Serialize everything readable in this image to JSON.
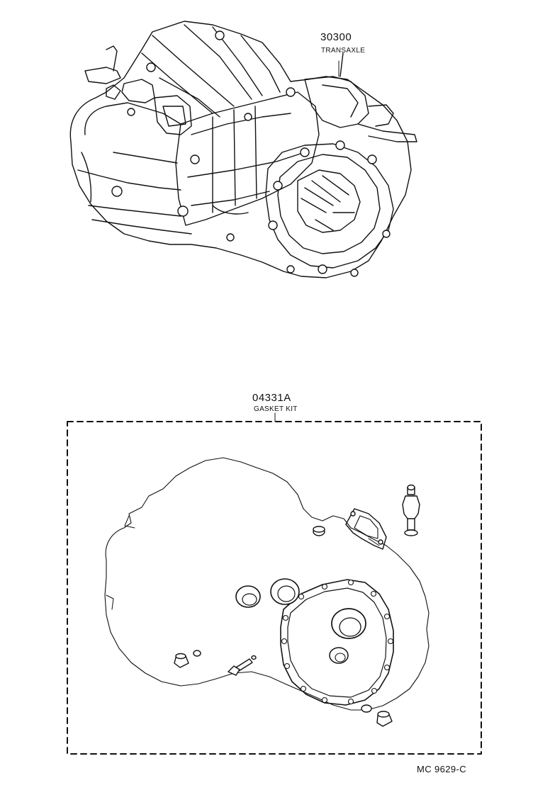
{
  "transaxle": {
    "part_number": "30300",
    "part_name": "TRANSAXLE"
  },
  "gasket_kit": {
    "part_number": "04331A",
    "part_name": "GASKET KIT"
  },
  "diagram_code": "MC 9629-C"
}
